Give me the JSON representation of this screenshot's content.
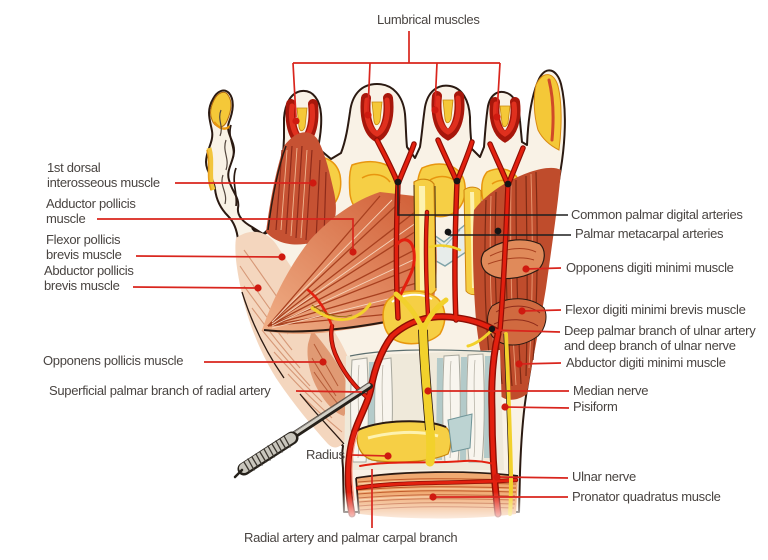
{
  "labels": {
    "top": {
      "lumbrical": {
        "text": "Lumbrical muscles"
      }
    },
    "left": [
      {
        "text": "1st dorsal\ninterosseous muscle"
      },
      {
        "text": "Adductor pollicis\nmuscle"
      },
      {
        "text": "Flexor pollicis\nbrevis muscle"
      },
      {
        "text": "Abductor pollicis\nbrevis muscle"
      },
      {
        "text": "Opponens pollicis muscle"
      },
      {
        "text": "Superficial palmar branch of radial artery"
      },
      {
        "text": "Radius"
      }
    ],
    "bottom": {
      "radial": {
        "text": "Radial artery and palmar carpal branch"
      }
    },
    "right": [
      {
        "text": "Common palmar digital arteries"
      },
      {
        "text": "Palmar metacarpal arteries"
      },
      {
        "text": "Opponens digiti minimi muscle"
      },
      {
        "text": "Flexor digiti minimi brevis muscle"
      },
      {
        "text": "Deep palmar branch of ulnar artery\nand deep branch of ulnar nerve"
      },
      {
        "text": "Abductor digiti minimi muscle"
      },
      {
        "text": "Median nerve"
      },
      {
        "text": "Pisiform"
      },
      {
        "text": "Ulnar nerve"
      },
      {
        "text": "Pronator quadratus muscle"
      }
    ]
  },
  "colors": {
    "background": "#ffffff",
    "label_text": "#494441",
    "leader_line_red": "#d9251d",
    "leader_line_black": "#1f1f1f",
    "artery_red": "#e3200f",
    "bone_yellow": "#f6cf45",
    "muscle_dark_red": "#c2502f",
    "muscle_light": "#f4d6be",
    "nerve_yellow": "#f2d12c",
    "tendon_teal": "#a9c5c7"
  }
}
